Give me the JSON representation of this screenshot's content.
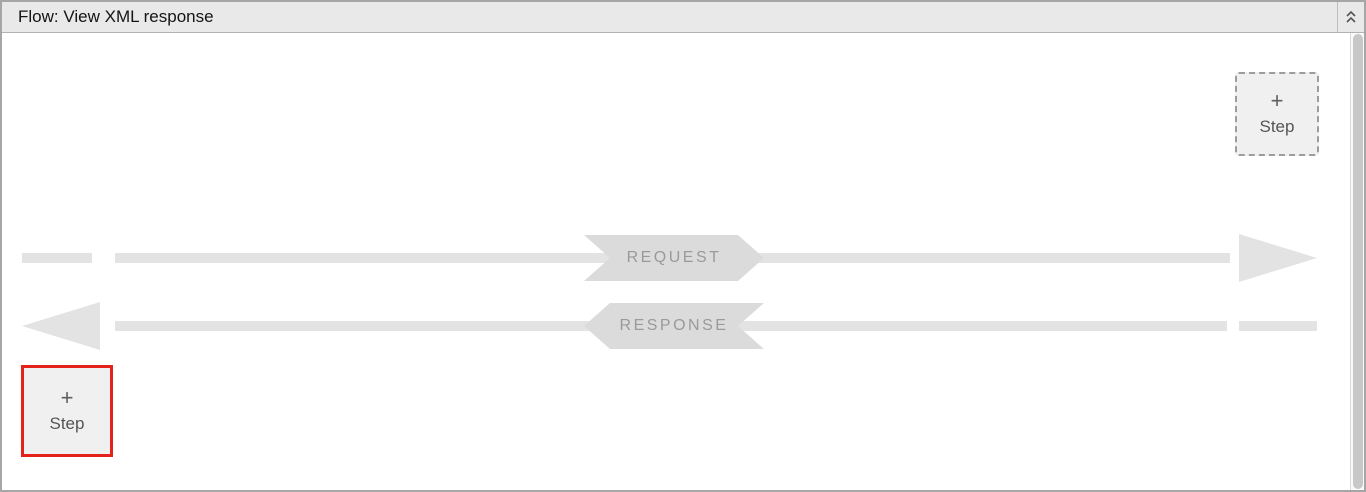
{
  "header": {
    "title": "Flow: View XML response"
  },
  "canvas": {
    "request_label": "REQUEST",
    "response_label": "RESPONSE"
  },
  "buttons": {
    "add_step_top": {
      "icon": "+",
      "label": "Step"
    },
    "add_step_bottom": {
      "icon": "+",
      "label": "Step",
      "highlighted": true
    }
  },
  "icons": {
    "collapse": "double-chevron-up"
  },
  "colors": {
    "header_bg": "#e9e9e9",
    "panel_border": "#a6a6a6",
    "arrow_gray": "#e3e3e3",
    "badge_bg": "#dbdbdb",
    "badge_text": "#9a9a9a",
    "highlight_red": "#e3231a",
    "scrollbar_thumb": "#c8c8c8"
  }
}
